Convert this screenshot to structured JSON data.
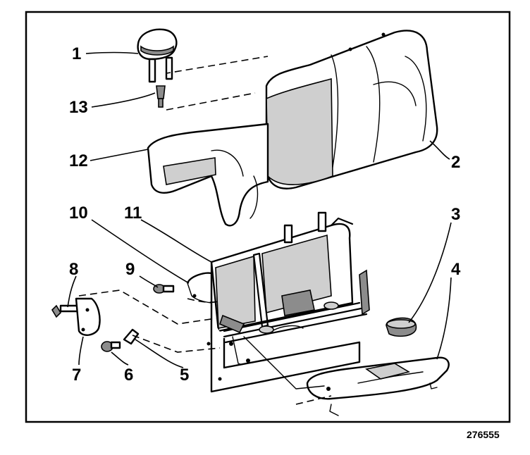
{
  "callouts": {
    "c1": "1",
    "c2": "2",
    "c3": "3",
    "c4": "4",
    "c5": "5",
    "c6": "6",
    "c7": "7",
    "c8": "8",
    "c9": "9",
    "c10": "10",
    "c11": "11",
    "c12": "12",
    "c13": "13"
  },
  "figure_number": "276555"
}
